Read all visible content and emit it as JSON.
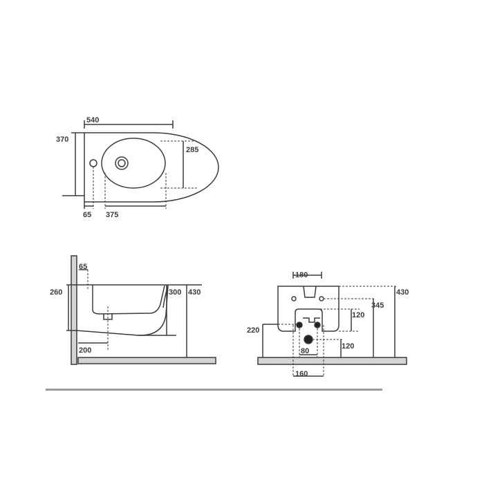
{
  "drawing": {
    "subject": "wall-hung bidet technical drawing",
    "colors": {
      "line": "#3a3a3a",
      "dash": "#666666",
      "floor_fill": "#d4d4d4",
      "rule": "#9a9a9a"
    },
    "top_view": {
      "dims": {
        "width": "540",
        "depth": "370",
        "bowl_width": "285",
        "tap_hole_offset": "65",
        "bowl_length": "375"
      }
    },
    "side_view": {
      "dims": {
        "wall_offset": "65",
        "rim_to_bottom": "260",
        "drain_offset": "200",
        "body_height": "300",
        "total_height": "430"
      }
    },
    "front_view": {
      "dims": {
        "bolt_spacing": "180",
        "total_height": "430",
        "bolt_height": "345",
        "inlet_height": "120",
        "outlet_height": "120",
        "fixing_height": "220",
        "drain_width": "80",
        "fixing_spacing": "160"
      }
    }
  }
}
